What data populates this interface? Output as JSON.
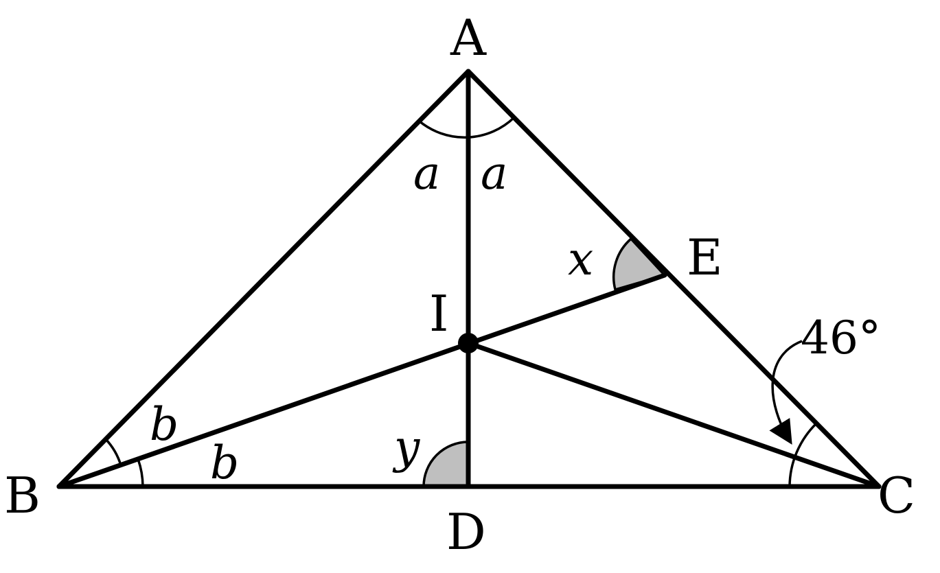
{
  "points": {
    "A": "A",
    "B": "B",
    "C": "C",
    "D": "D",
    "E": "E",
    "I": "I"
  },
  "angles": {
    "a_left": "a",
    "a_right": "a",
    "b_upper": "b",
    "b_lower": "b",
    "x": "x",
    "y": "y",
    "angle_c": "46°"
  }
}
